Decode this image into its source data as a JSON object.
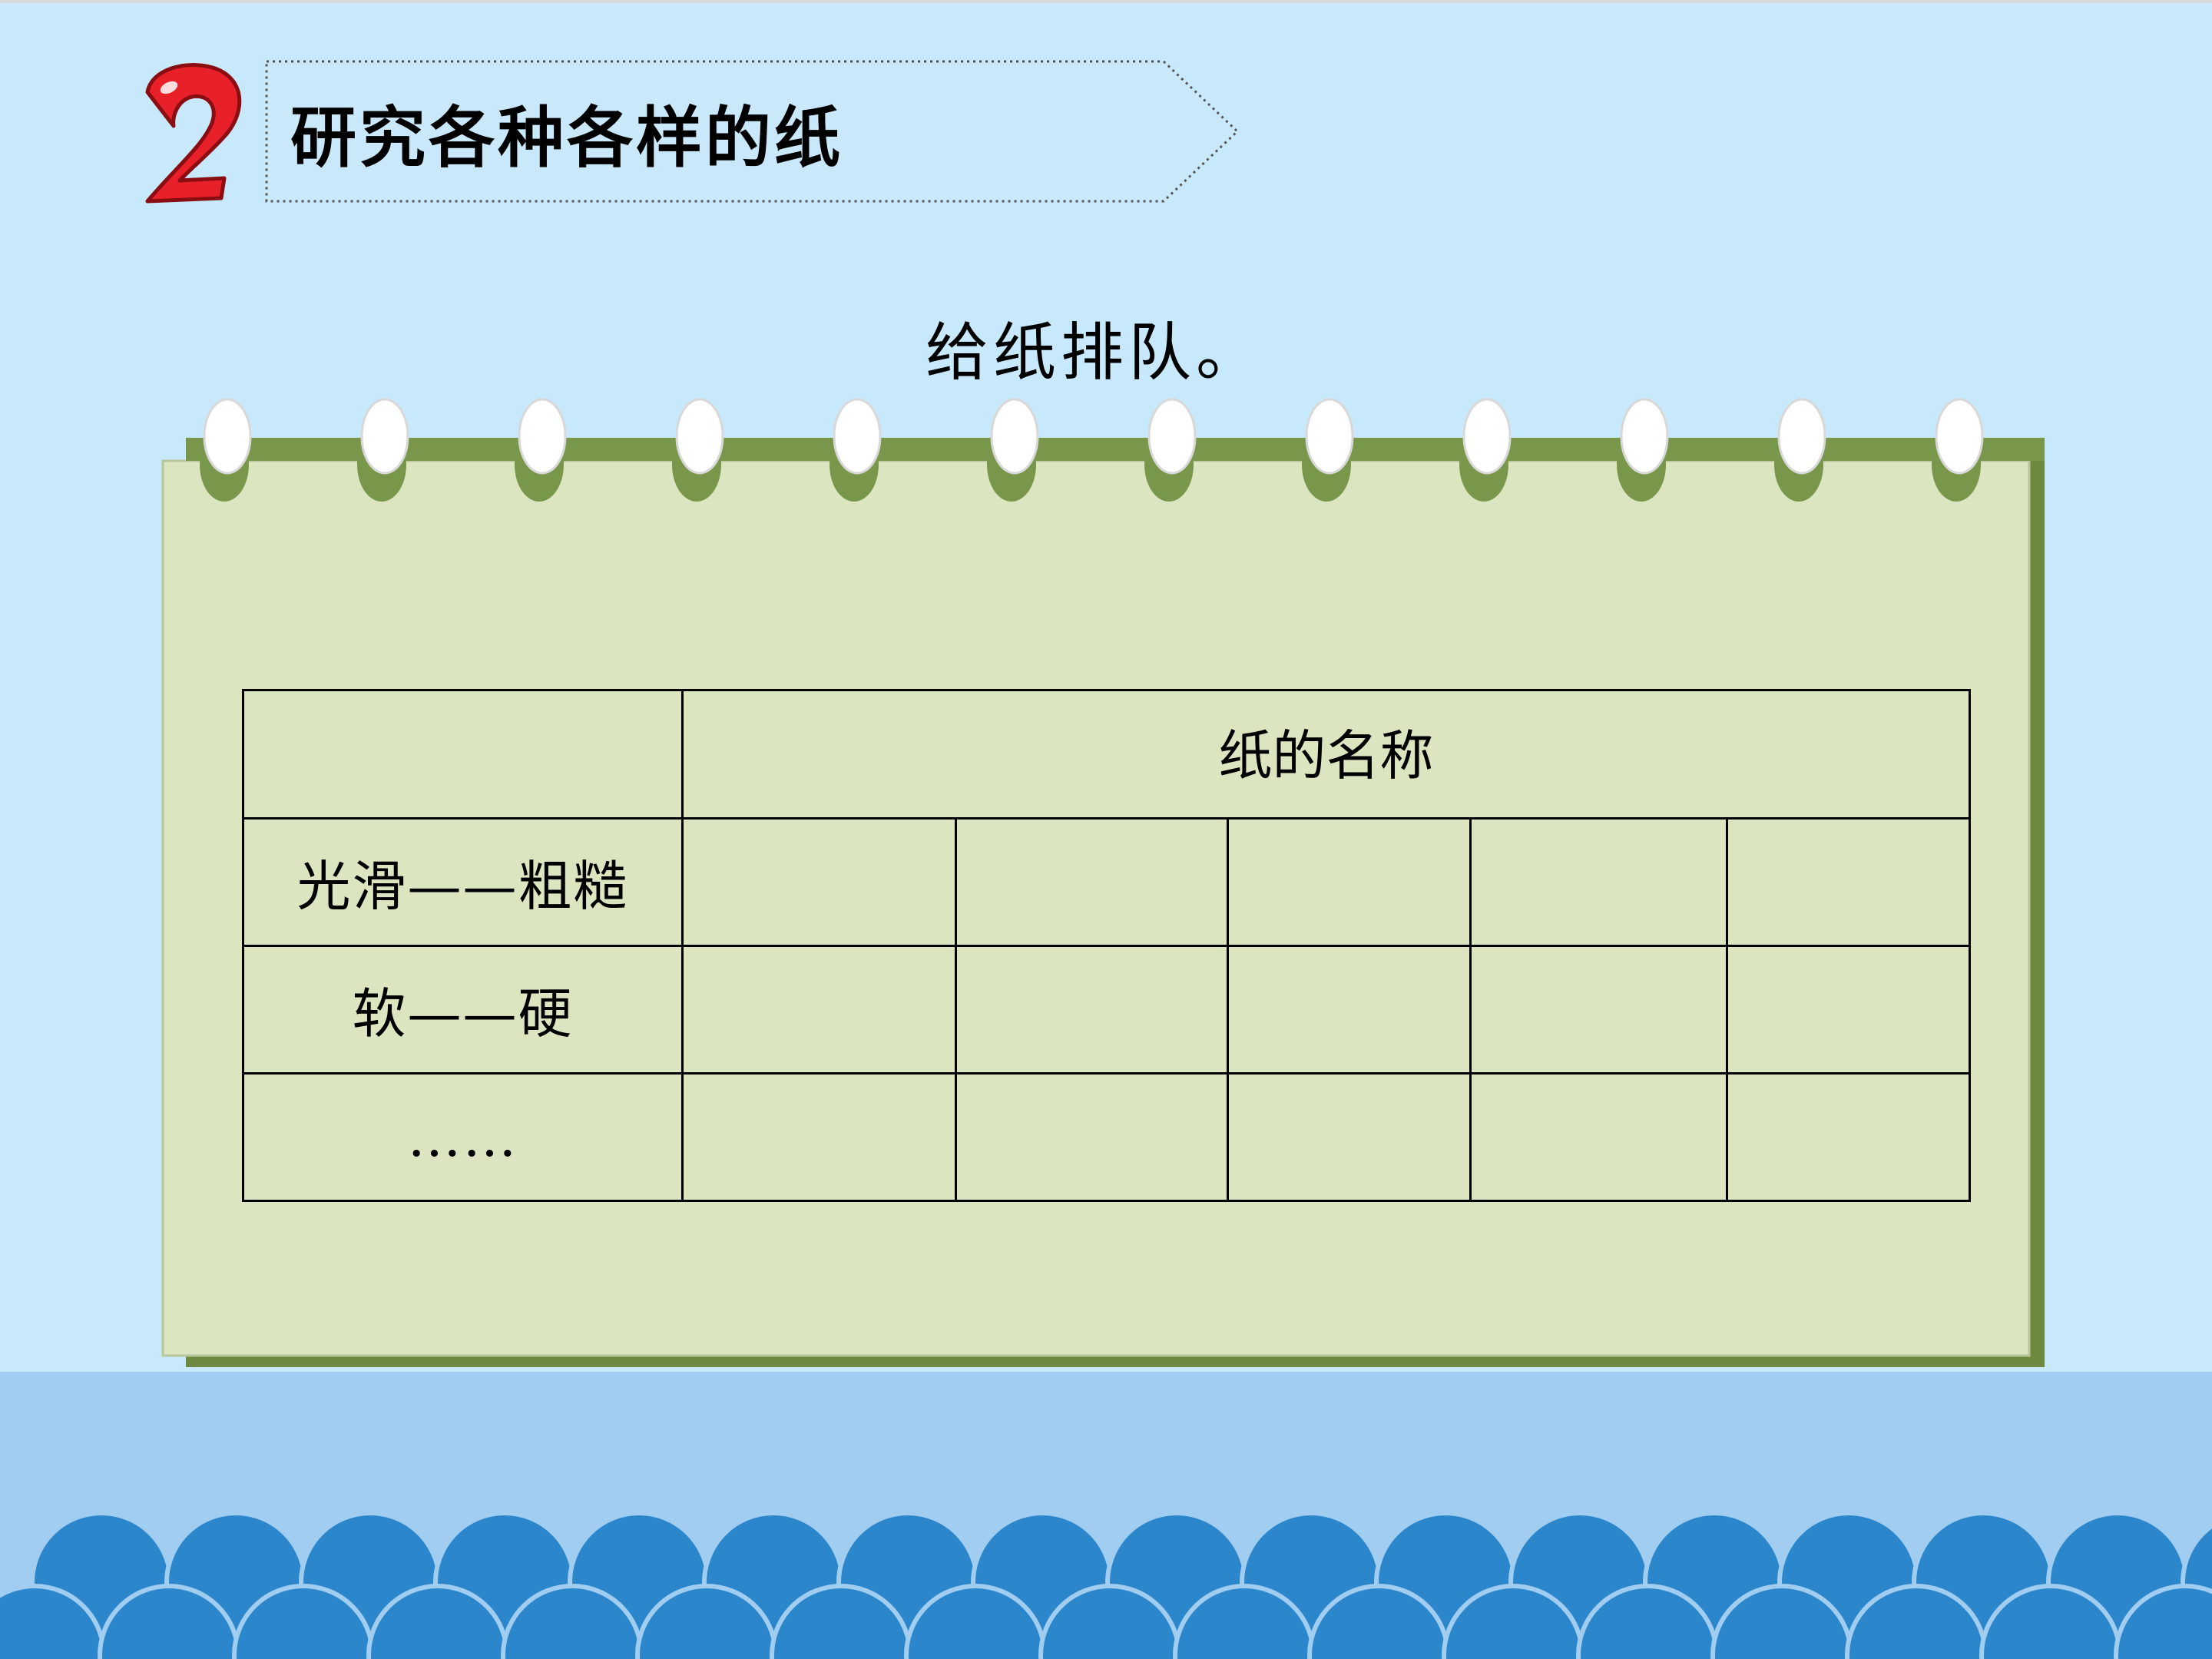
{
  "slide": {
    "section_number": "2",
    "title": "研究各种各样的纸",
    "subtitle": "给纸排队。"
  },
  "table": {
    "header": "纸的名称",
    "rows": [
      {
        "label": "光滑——粗糙"
      },
      {
        "label": "软——硬"
      },
      {
        "label": "……"
      }
    ],
    "empty_columns": 5
  },
  "colors": {
    "background": "#c7e9fb",
    "paper": "#dbe5c0",
    "binding": "#79974a",
    "numeral": "#e8202a",
    "waves": "#2b86cc"
  }
}
